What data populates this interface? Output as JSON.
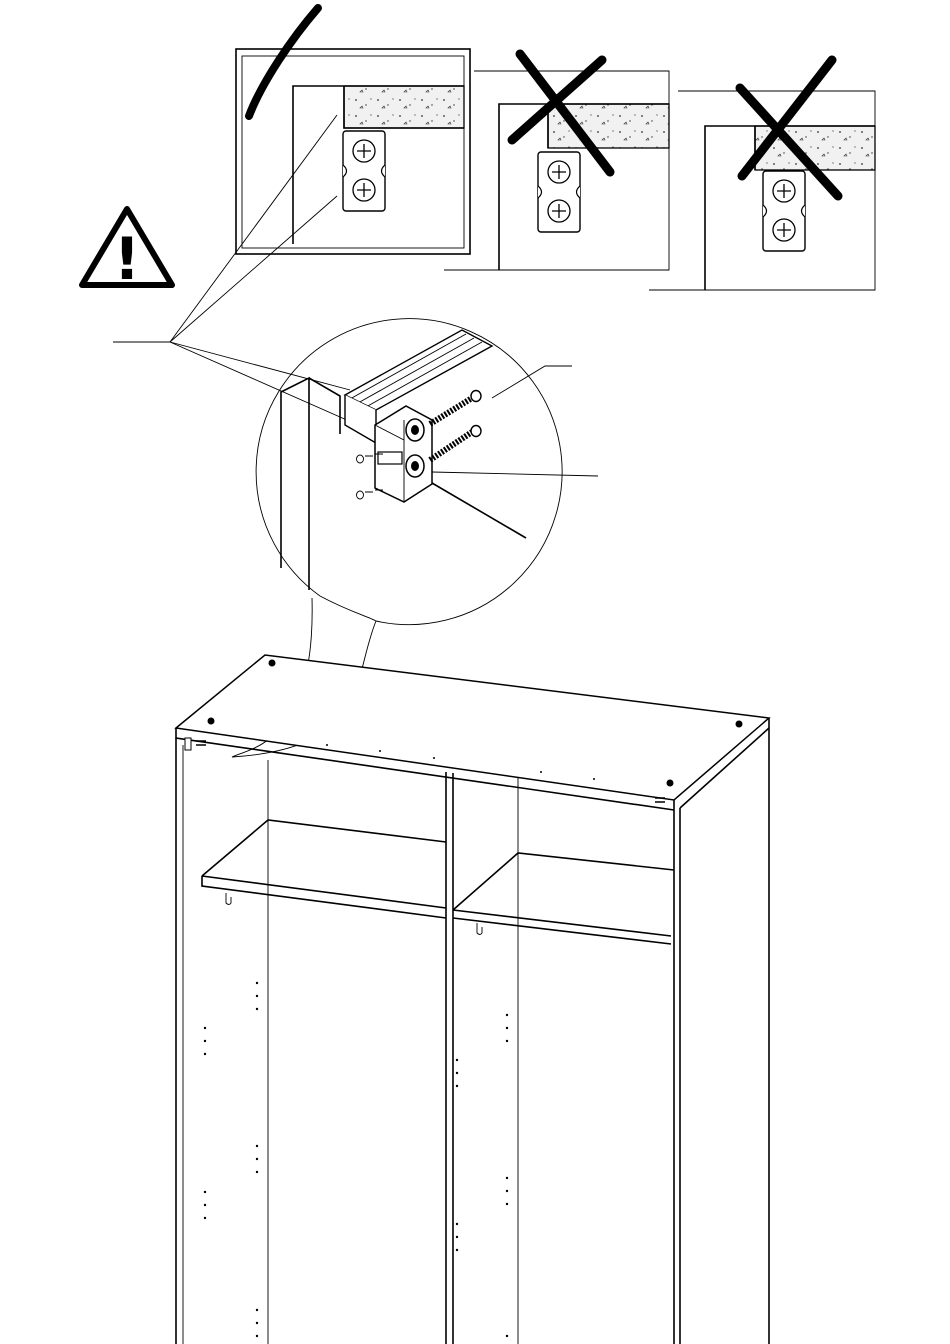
{
  "title": "",
  "colors": {
    "line": "#000000",
    "background": "#ffffff",
    "concrete": "#f1f1f1"
  },
  "mounting_checks": [
    {
      "id": "correct",
      "verdict": "correct-placement",
      "mark": "check-mark"
    },
    {
      "id": "wrong-1",
      "verdict": "incorrect-placement",
      "mark": "cross-mark"
    },
    {
      "id": "wrong-2",
      "verdict": "incorrect-placement",
      "mark": "cross-mark"
    }
  ],
  "warning": {
    "icon": "warning-triangle-icon",
    "symbol": "!"
  },
  "detail_view": {
    "parts": [
      "wall-bracket",
      "screw",
      "screw",
      "wall-plug",
      "wall-plug"
    ]
  },
  "callouts": {
    "screw_label": "",
    "bracket_label": "",
    "wall_label": ""
  },
  "wardrobe": {
    "sections": 2,
    "shelves": 2
  }
}
